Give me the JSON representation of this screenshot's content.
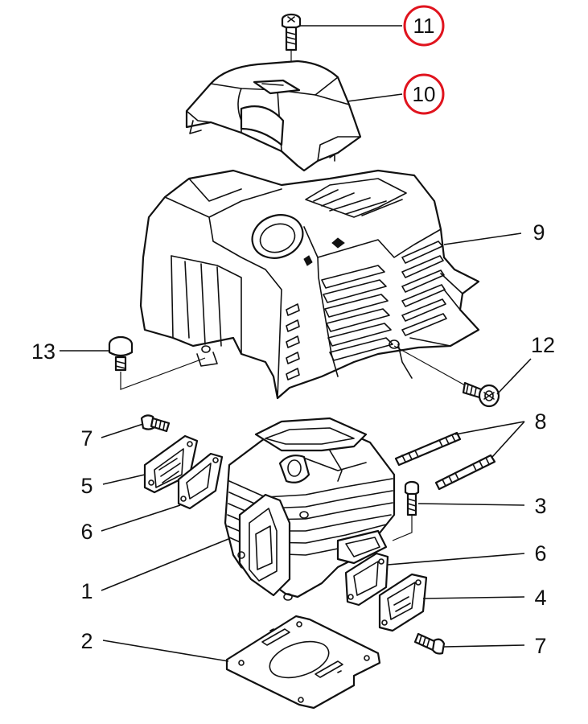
{
  "highlight_color": "#e0141e",
  "callouts": [
    {
      "id": "11",
      "text": "11",
      "highlighted": true
    },
    {
      "id": "10",
      "text": "10",
      "highlighted": true
    },
    {
      "id": "9",
      "text": "9",
      "highlighted": false
    },
    {
      "id": "13",
      "text": "13",
      "highlighted": false
    },
    {
      "id": "12",
      "text": "12",
      "highlighted": false
    },
    {
      "id": "7a",
      "text": "7",
      "highlighted": false
    },
    {
      "id": "8",
      "text": "8",
      "highlighted": false
    },
    {
      "id": "5",
      "text": "5",
      "highlighted": false
    },
    {
      "id": "3",
      "text": "3",
      "highlighted": false
    },
    {
      "id": "6a",
      "text": "6",
      "highlighted": false
    },
    {
      "id": "6b",
      "text": "6",
      "highlighted": false
    },
    {
      "id": "1",
      "text": "1",
      "highlighted": false
    },
    {
      "id": "4",
      "text": "4",
      "highlighted": false
    },
    {
      "id": "2",
      "text": "2",
      "highlighted": false
    },
    {
      "id": "7b",
      "text": "7",
      "highlighted": false
    }
  ]
}
